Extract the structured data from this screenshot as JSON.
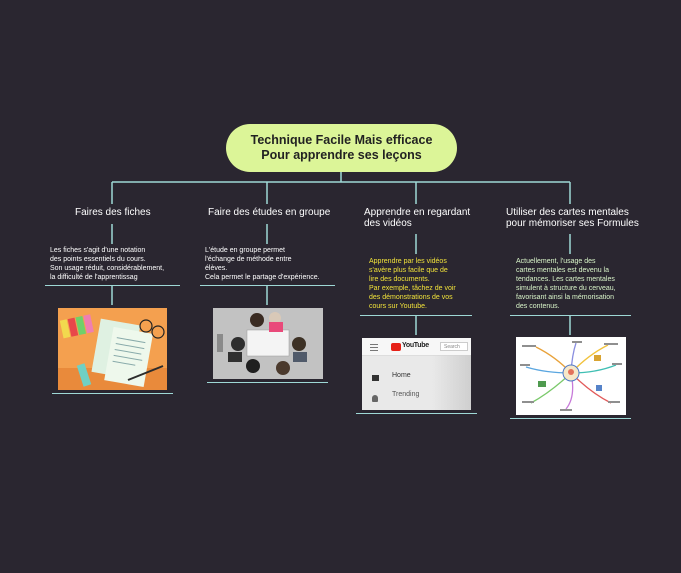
{
  "root": {
    "line1": "Technique Facile Mais efficace",
    "line2": "Pour apprendre ses leçons"
  },
  "branches": [
    {
      "title": "Faires des fiches",
      "note": [
        "Les fiches s'agit d'une notation",
        "des points essentiels du cours.",
        "Son usage réduit, considérablement,",
        "la difficulté de l'apprentissag"
      ],
      "image": "study-cards-photo"
    },
    {
      "title": "Faire des études en groupe",
      "note": [
        "L'étude en groupe permet",
        "l'échange de méthode entre",
        "élèves.",
        "Cela permet le partage d'expérience."
      ],
      "image": "group-study-photo"
    },
    {
      "title_lines": [
        "Apprendre en regardant",
        "des vidéos"
      ],
      "note": [
        "Apprendre par les vidéos",
        "s'avère plus facile que de",
        "lire des documents.",
        "Par exemple, tâchez de voir",
        "des démonstrations de vos",
        "cours sur Youtube."
      ],
      "image": "youtube-screen-photo",
      "image_text": {
        "logo": "YouTube",
        "search": "Search",
        "home": "Home",
        "trending": "Trending"
      }
    },
    {
      "title_lines": [
        "Utiliser des cartes mentales",
        "pour mémoriser ses Formules"
      ],
      "note": [
        "Actuellement, l'usage des",
        "cartes mentales est devenu la",
        "tendances. Les cartes mentales",
        "simulent à structure du cerveau,",
        "favorisant ainsi la mémorisation",
        "des contenus."
      ],
      "image": "mind-map-image"
    }
  ],
  "colors": {
    "background": "#2a2630",
    "root_fill": "#dcf598",
    "connector": "#9ed8d6",
    "note_yellow": "#f2e33a",
    "note_green": "#d9f5c9"
  }
}
